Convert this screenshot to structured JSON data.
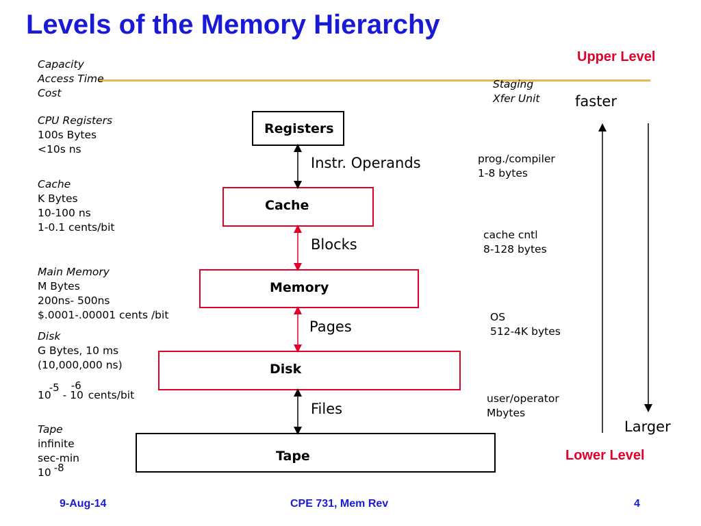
{
  "title": "Levels of the Memory Hierarchy",
  "upper_level": "Upper Level",
  "lower_level": "Lower Level",
  "left_header": {
    "capacity": "Capacity",
    "access_time": "Access Time",
    "cost": "Cost"
  },
  "staging": {
    "line1": "Staging",
    "line2": "Xfer Unit"
  },
  "faster": "faster",
  "larger": "Larger",
  "levels": {
    "registers": {
      "box": "Registers",
      "name": "CPU Registers",
      "capacity": "100s Bytes",
      "time": "<10s ns"
    },
    "cache": {
      "box": "Cache",
      "name": "Cache",
      "capacity": "K Bytes",
      "time": "10-100 ns",
      "cost": "1-0.1 cents/bit"
    },
    "memory": {
      "box": "Memory",
      "name": "Main Memory",
      "capacity": "M Bytes",
      "time": "200ns- 500ns",
      "cost": "$.0001-.00001 cents /bit"
    },
    "disk": {
      "box": "Disk",
      "name": "Disk",
      "capacity": "G Bytes, 10 ms",
      "time": "(10,000,000 ns)",
      "cost_base1": "10",
      "cost_exp1": "-5",
      "cost_sep": " - ",
      "cost_base2": "10",
      "cost_exp2": "-6",
      "cost_tail": "  cents/bit"
    },
    "tape": {
      "box": "Tape",
      "name": "Tape",
      "capacity": "infinite",
      "time": "sec-min",
      "cost_base": "10",
      "cost_exp": "-8"
    }
  },
  "transfers": [
    {
      "unit": "Instr. Operands",
      "managed_by": "prog./compiler",
      "size": "1-8 bytes"
    },
    {
      "unit": "Blocks",
      "managed_by": "cache cntl",
      "size": "8-128 bytes"
    },
    {
      "unit": "Pages",
      "managed_by": "OS",
      "size": "512-4K bytes"
    },
    {
      "unit": "Files",
      "managed_by": "user/operator",
      "size": "Mbytes"
    }
  ],
  "footer": {
    "date": "9-Aug-14",
    "course": "CPE 731, Mem Rev",
    "page": "4"
  },
  "colors": {
    "title": "#1a1ad6",
    "accent_red": "#e0002a",
    "rule": "#e8b84a"
  }
}
